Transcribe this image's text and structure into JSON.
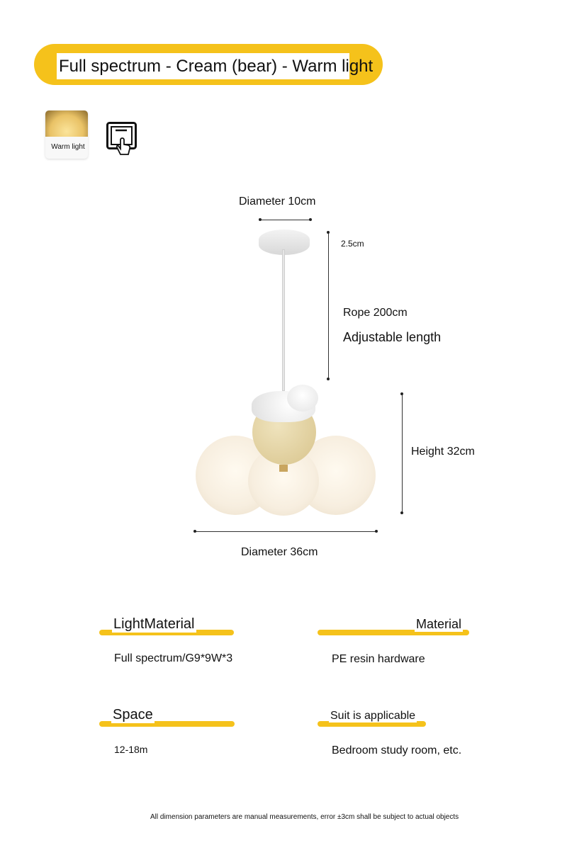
{
  "title": "Full spectrum - Cream (bear) - Warm light",
  "swatch": {
    "label": "Warm light"
  },
  "dimensions": {
    "canopy_diameter": "Diameter 10cm",
    "canopy_height": "2.5cm",
    "rope": "Rope 200cm",
    "rope_note": "Adjustable length",
    "height": "Height 32cm",
    "diameter": "Diameter 36cm"
  },
  "specs": [
    {
      "heading": "LightMaterial",
      "value": "Full spectrum/G9*9W*3"
    },
    {
      "heading": "Material",
      "value": "PE resin hardware"
    },
    {
      "heading": "Space",
      "value": "12-18m"
    },
    {
      "heading": "Suit is applicable",
      "value": "Bedroom study room, etc."
    }
  ],
  "footer": "All dimension parameters are manual measurements, error ±3cm shall be subject to actual objects",
  "colors": {
    "accent": "#f5c21b"
  }
}
